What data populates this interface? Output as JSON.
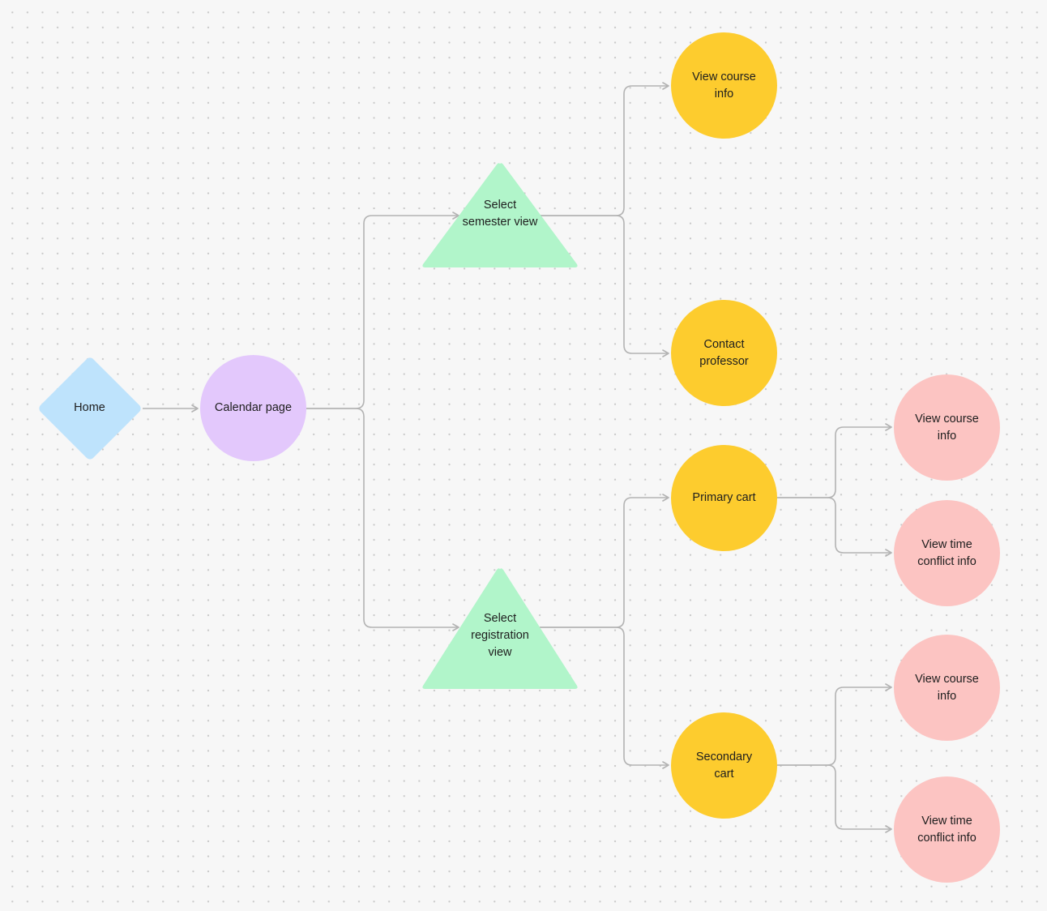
{
  "colors": {
    "home": "#bee3fc",
    "calendar": "#e3c8fc",
    "triangle": "#b1f5ca",
    "yellow": "#fdcc2e",
    "pink": "#fcc4c2",
    "connector": "#b3b3b3"
  },
  "nodes": {
    "home": "Home",
    "calendar": "Calendar page",
    "semester": "Select\nsemester view",
    "registration": "Select\nregistration\nview",
    "view_course_1": "View course\ninfo",
    "contact": "Contact\nprofessor",
    "primary_cart": "Primary cart",
    "secondary_cart": "Secondary\ncart",
    "view_course_2": "View course\ninfo",
    "time_conflict_1": "View time\nconflict info",
    "view_course_3": "View course\ninfo",
    "time_conflict_2": "View time\nconflict info"
  },
  "edges": [
    [
      "home",
      "calendar"
    ],
    [
      "calendar",
      "semester"
    ],
    [
      "calendar",
      "registration"
    ],
    [
      "semester",
      "view_course_1"
    ],
    [
      "semester",
      "contact"
    ],
    [
      "registration",
      "primary_cart"
    ],
    [
      "registration",
      "secondary_cart"
    ],
    [
      "primary_cart",
      "view_course_2"
    ],
    [
      "primary_cart",
      "time_conflict_1"
    ],
    [
      "secondary_cart",
      "view_course_3"
    ],
    [
      "secondary_cart",
      "time_conflict_2"
    ]
  ]
}
